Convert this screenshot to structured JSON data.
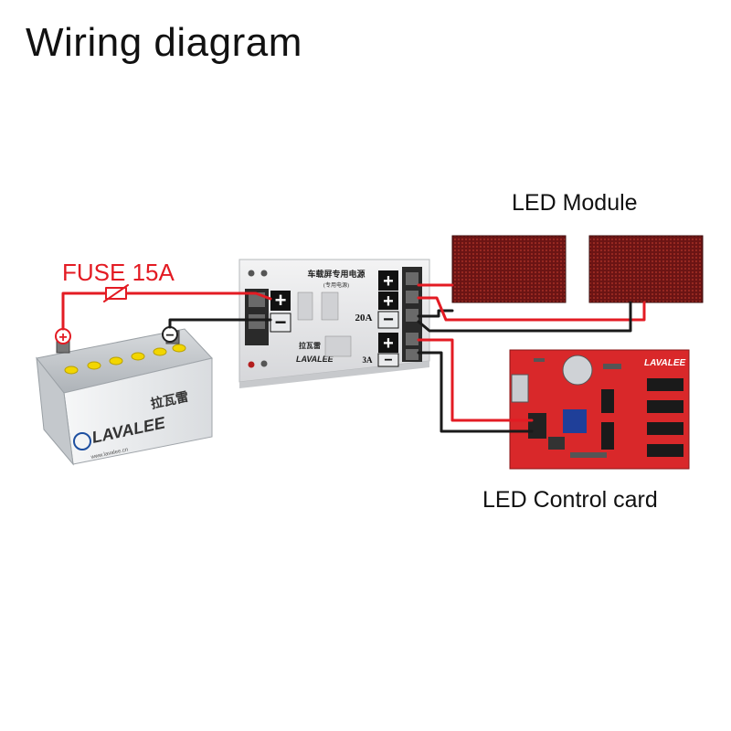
{
  "title": "Wiring diagram",
  "labels": {
    "fuse": "FUSE 15A",
    "led_module": "LED Module",
    "control_card": "LED Control card"
  },
  "battery": {
    "brand": "LAVALEE",
    "chinese_label": "拉瓦雷",
    "website": "www.lavalee.cn",
    "positive_symbol": "+",
    "negative_symbol": "−"
  },
  "converter": {
    "brand": "LAVALEE",
    "chinese_title": "车载屏专用电源",
    "subtitle": "(专用电源)",
    "chinese_brand": "拉瓦雷",
    "output_main": "20A",
    "output_aux": "3A",
    "plus_symbol": "+",
    "minus_symbol": "−"
  },
  "control_card": {
    "brand": "LAVALEE"
  },
  "colors": {
    "positive_wire": "#e31b23",
    "negative_wire": "#1a1a1a",
    "battery_top": "#cfd3d6",
    "battery_body": "#eef0f2",
    "battery_cap": "#f2d600",
    "module_face": "#7a1a1a",
    "card_red": "#d9282a",
    "converter_body": "#e9eaec"
  }
}
